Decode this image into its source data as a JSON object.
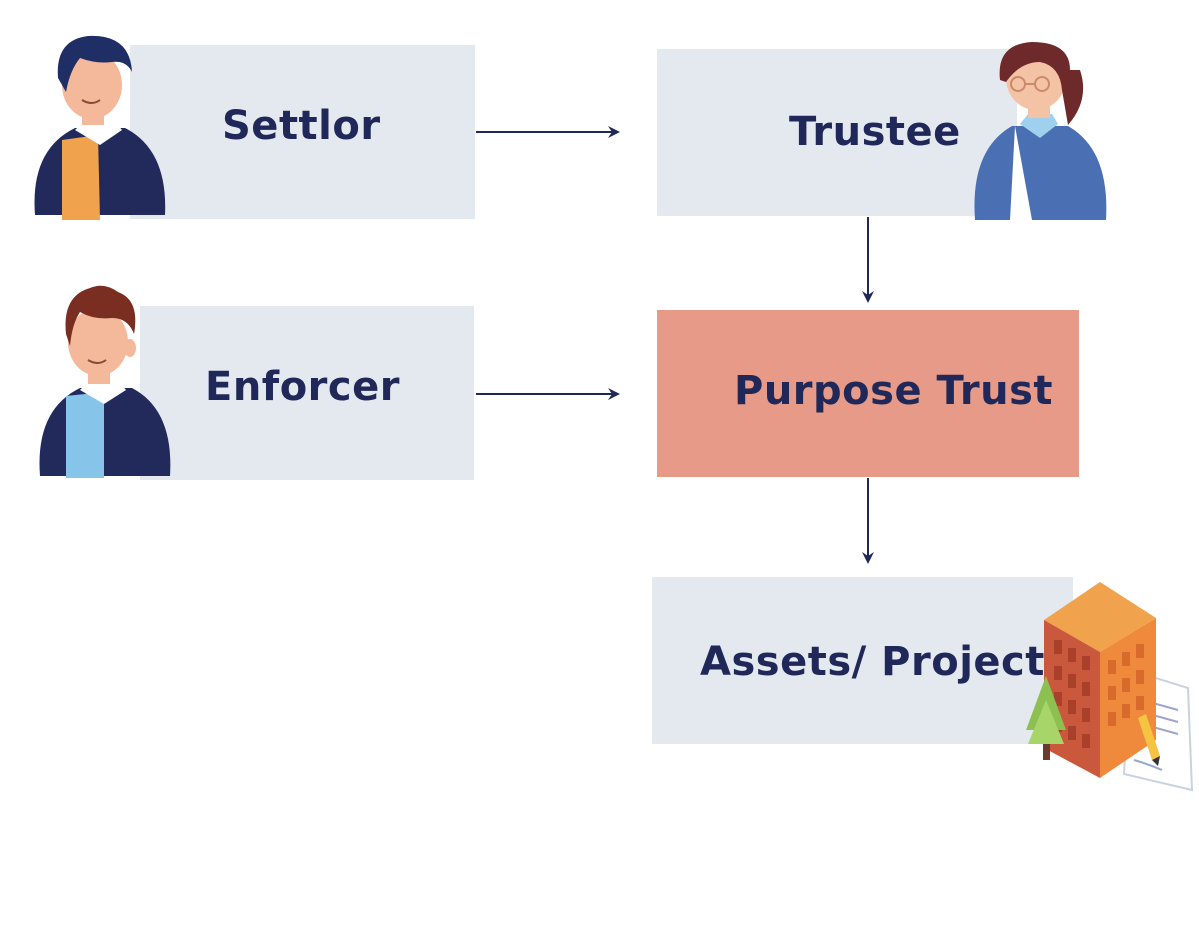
{
  "nodes": {
    "settlor": {
      "label": "Settlor"
    },
    "trustee": {
      "label": "Trustee"
    },
    "enforcer": {
      "label": "Enforcer"
    },
    "purpose_trust": {
      "label": "Purpose Trust"
    },
    "assets_projects": {
      "label": "Assets/ Projects"
    }
  },
  "edges": [
    {
      "from": "settlor",
      "to": "trustee"
    },
    {
      "from": "enforcer",
      "to": "purpose_trust"
    },
    {
      "from": "trustee",
      "to": "purpose_trust"
    },
    {
      "from": "purpose_trust",
      "to": "assets_projects"
    }
  ],
  "colors": {
    "box_fill": "#e4e9f0",
    "highlight_fill": "#e79a87",
    "text": "#1f2858",
    "arrow": "#1f2858"
  },
  "icons": {
    "settlor": "man-orange-sweater-avatar-icon",
    "trustee": "woman-glasses-avatar-icon",
    "enforcer": "man-blue-shirt-avatar-icon",
    "assets_projects": "building-document-icon"
  }
}
